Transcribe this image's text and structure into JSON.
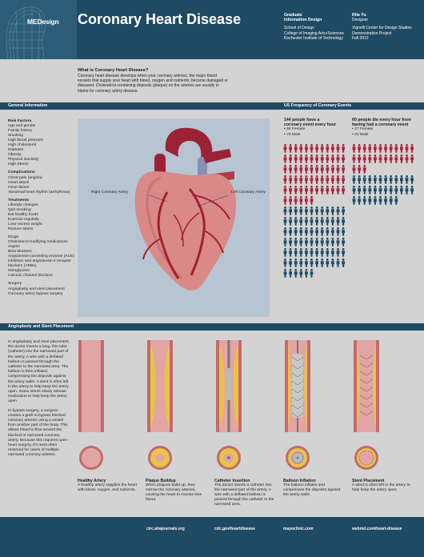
{
  "header": {
    "logo": "MEDesign",
    "title": "Coronary Heart Disease",
    "col1": [
      "Graduate",
      "Information Design",
      "",
      "School of Design",
      "College of Imaging Arts+Sciences",
      "Rochester Institute of Technology"
    ],
    "col2": [
      "Rita Yu",
      "Designer",
      "",
      "Vignelli Center for Design Studies",
      "Demonstration Project",
      "Fall 2012"
    ]
  },
  "intro": {
    "title": "What is Coronary Heart Disease?",
    "body": "Coronary heart disease develops when your coronary arteries, the major blood vessels that supply your heart with blood, oxygen and nutrients, become damaged or diseased. Cholesterol-containing deposits (plaque) on the arteries are usually to blame for coronary artery disease."
  },
  "sections": {
    "general": "General Information",
    "frequency": "US Frequency of Coronary Events",
    "angioplasty": "Angioplasty and Stent Placement"
  },
  "general": {
    "risk_title": "Risk Factors",
    "risk": [
      "Age and gender",
      "Family history",
      "Smoking",
      "High blood pressure",
      "High cholesterol",
      "Diabetes",
      "Obesity",
      "Physical inactivity",
      "High Stress"
    ],
    "comp_title": "Complications",
    "comp": [
      "Chest pain (angina)",
      "Heart attack",
      "Heart failure",
      "Abnormal heart rhythm (arrhythmia)"
    ],
    "treat_title": "Treatments",
    "treat": [
      "Lifestyle changes",
      "Quit smoking",
      "Eat healthy foods",
      "Exercise regularly",
      "Lose excess weight",
      "Reduce stress",
      "",
      "Drugs",
      "Cholesterol-modifying medications",
      "Aspirin",
      "Beta blockers",
      "Angiotensin-converting enzyme (ACE)",
      "inhibitors and angiotensin II receptor",
      "blockers (ARBs)",
      "Nitroglycerin",
      "Calcium channel blockers",
      "",
      "Surgery",
      "Angioplasty and stent placement",
      "Coronary artery bypass surgery"
    ]
  },
  "heart": {
    "label_right": "Right Coronary Artery",
    "label_left": "Left Coronary Artery"
  },
  "stats": {
    "left": {
      "head1": "144 people have a",
      "head2": "coronary event every hour",
      "female": "66 Female",
      "male": "78 Male"
    },
    "right": {
      "head1": "60 people die every hour from",
      "head2": "having had a coronary event",
      "female": "27 Female",
      "male": "33 Male"
    },
    "colors": {
      "female": "#a6243f",
      "male": "#1f4a63"
    }
  },
  "angioplasty": {
    "text1": "In angioplasty and stent placement, the doctor inserts a long, thin tube (catheter) into the narrowed part of the artery. A wire with a deflated balloon is passed through the catheter to the narrowed area. The balloon is then inflated, compressing the deposits against the artery walls. A stent is often left in the artery to help keep the artery open. Some stents slowly release medication to help keep the artery open.",
    "text2": "In bypass surgery, a surgeon creates a graft to bypass blocked coronary arteries using a vessel from another part of the body. This allows blood to flow around the blocked or narrowed coronary artery. Because this requires open-heart surgery, it's most often reserved for cases of multiple narrowed coronary arteries.",
    "steps": [
      {
        "title": "Healthy Artery",
        "text": "A healthy artery supplies the heart with blood, oxygen, and nutrients."
      },
      {
        "title": "Plaque Buildup",
        "text": "When plaques build up, they narrow the coronary arteries, causing the heart to receive less blood."
      },
      {
        "title": "Catheter Insertion",
        "text": "The doctor inserts a catheter into the narrowed part of the artery. A wire with a deflated balloon is passed through the catheter to the narrowed area."
      },
      {
        "title": "Balloon Inflation",
        "text": "The balloon inflates and compresses the deposits against the artery walls."
      },
      {
        "title": "Stent Placement",
        "text": "A stent is often left in the artery to help keep the artery open."
      }
    ]
  },
  "footer": {
    "links": [
      "circ.ahajournals.org",
      "cdc.gov/heartdisease",
      "mayoclinic.com",
      "webmd.com/heart-disease"
    ]
  }
}
